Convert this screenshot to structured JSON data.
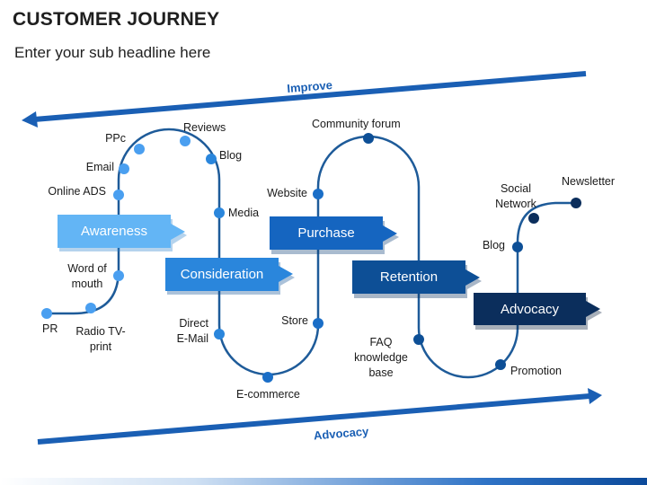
{
  "title": "CUSTOMER JOURNEY",
  "subtitle": "Enter your sub headline here",
  "arrows": {
    "top": "Improve",
    "bottom": "Advocacy"
  },
  "stages": {
    "awareness": "Awareness",
    "consideration": "Consideration",
    "purchase": "Purchase",
    "retention": "Retention",
    "advocacy": "Advocacy"
  },
  "touchpoints": {
    "pr": "PR",
    "radio": "Radio TV-\nprint",
    "word_of_mouth": "Word of\nmouth",
    "online_ads": "Online ADS",
    "email": "Email",
    "ppc": "PPc",
    "reviews": "Reviews",
    "blog1": "Blog",
    "media": "Media",
    "direct_email": "Direct\nE-Mail",
    "ecommerce": "E-commerce",
    "store": "Store",
    "website": "Website",
    "community": "Community forum",
    "faq": "FAQ\nknowledge\nbase",
    "promotion": "Promotion",
    "blog2": "Blog",
    "social": "Social\nNetwork",
    "newsletter": "Newsletter"
  },
  "colors": {
    "arrow": "#1a5fb4",
    "path": "#1e5b99",
    "awareness": "#63b5f5",
    "consideration": "#2a86dc",
    "purchase": "#1565c0",
    "retention": "#0d4f96",
    "advocacy": "#0b2e5c"
  }
}
